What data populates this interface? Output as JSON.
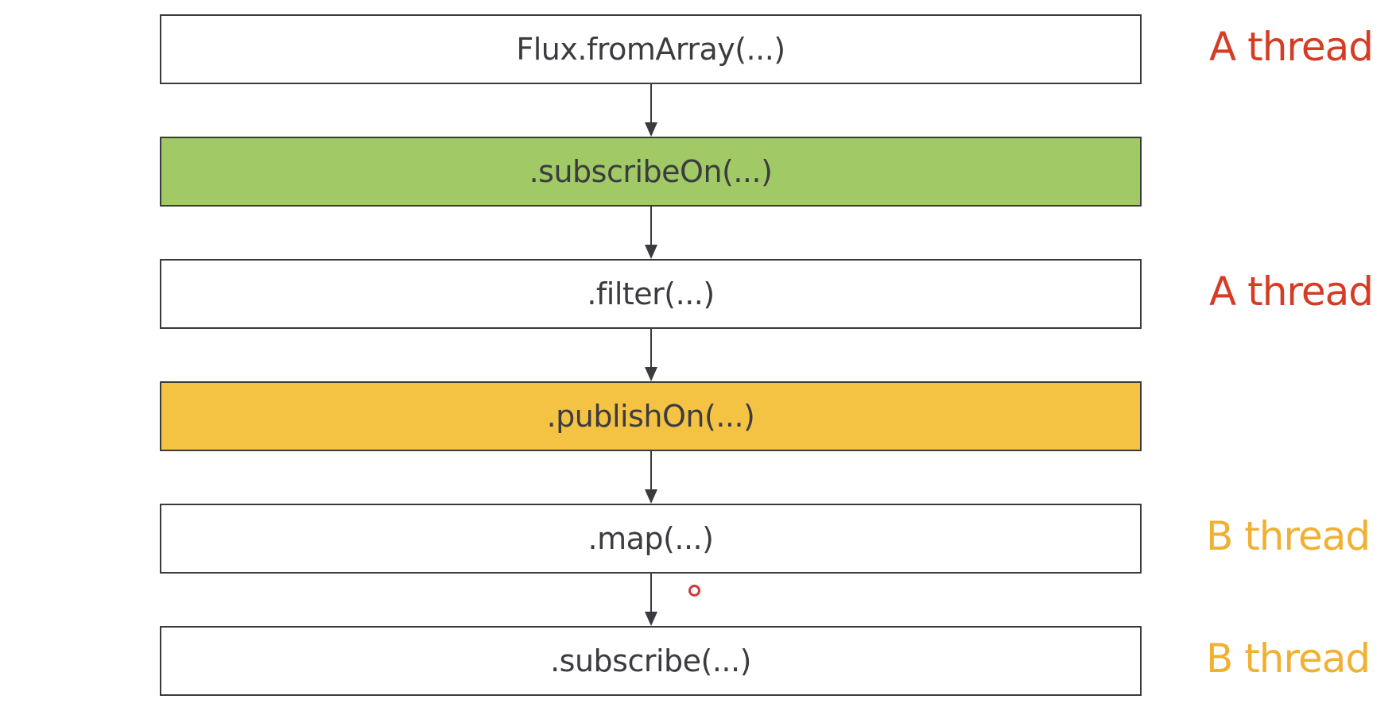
{
  "colors": {
    "box_border": "#3a3a3f",
    "box_default_fill": "#ffffff",
    "subscribeOn_fill": "#a1c965",
    "publishOn_fill": "#f4c344",
    "a_thread_color": "#d63c24",
    "b_thread_color": "#f0b132"
  },
  "boxes": [
    {
      "label": "Flux.fromArray(...)",
      "fill": "#ffffff"
    },
    {
      "label": ".subscribeOn(...)",
      "fill": "#a1c965"
    },
    {
      "label": ".filter(...)",
      "fill": "#ffffff"
    },
    {
      "label": ".publishOn(...)",
      "fill": "#f4c344"
    },
    {
      "label": ".map(...)",
      "fill": "#ffffff"
    },
    {
      "label": ".subscribe(...)",
      "fill": "#ffffff"
    }
  ],
  "thread_labels": [
    {
      "text": "A thread",
      "color": "#d63c24"
    },
    {
      "text": "A thread",
      "color": "#d63c24"
    },
    {
      "text": "B thread",
      "color": "#f0b132"
    },
    {
      "text": "B thread",
      "color": "#f0b132"
    }
  ],
  "icons": {
    "arrow": "down-arrow-icon",
    "cursor": "mouse-cursor-icon"
  }
}
